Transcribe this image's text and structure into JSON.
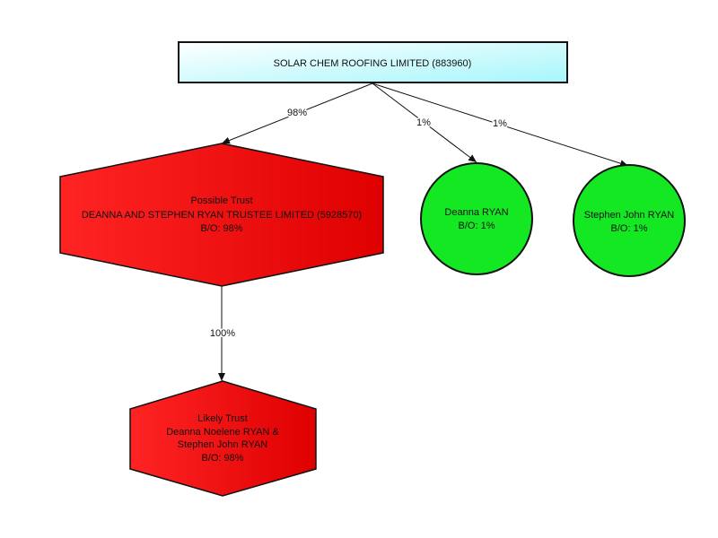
{
  "diagram": {
    "root": {
      "lines": [
        "SOLAR CHEM ROOFING LIMITED (883960)"
      ],
      "fill_top": "#ffffff",
      "fill_bottom": "#a6f6fb"
    },
    "trust": {
      "lines": [
        "Possible Trust",
        "DEANNA AND STEPHEN RYAN TRUSTEE LIMITED (5928570)",
        "B/O: 98%"
      ],
      "fill_light": "#ff2424",
      "fill_dark": "#df0000"
    },
    "deanna": {
      "lines": [
        "Deanna RYAN",
        "B/O: 1%"
      ],
      "fill": "#14e823"
    },
    "stephen": {
      "lines": [
        "Stephen John RYAN",
        "B/O: 1%"
      ],
      "fill": "#14e823"
    },
    "likely_trust": {
      "lines": [
        "Likely Trust",
        "Deanna Noelene RYAN &",
        "Stephen John RYAN",
        "B/O: 98%"
      ],
      "fill_light": "#ff2424",
      "fill_dark": "#df0000"
    },
    "edges": {
      "root_to_trust": "98%",
      "root_to_deanna": "1%",
      "root_to_stephen": "1%",
      "trust_to_likely": "100%"
    },
    "colors": {
      "stroke": "#111111",
      "edge": "#111111"
    }
  }
}
